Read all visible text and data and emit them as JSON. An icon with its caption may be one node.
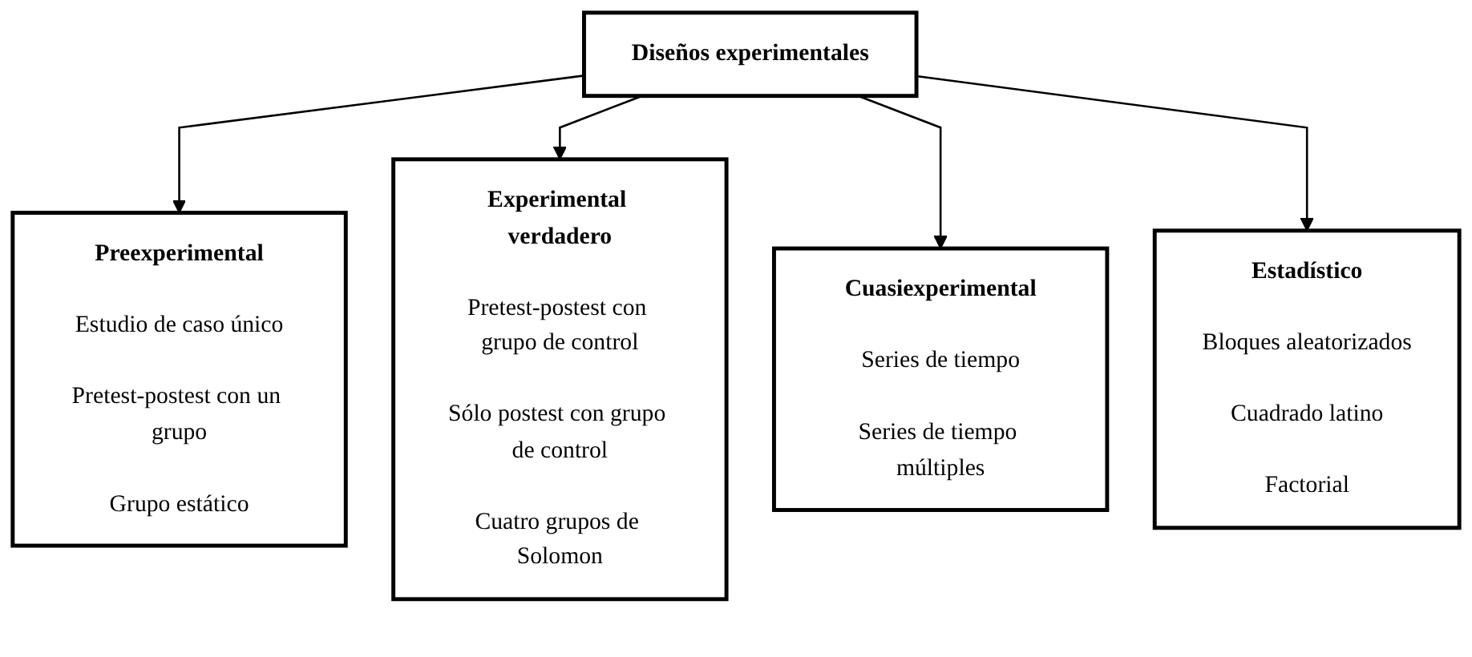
{
  "diagram": {
    "nodes": [
      {
        "text": [
          "Diseños experimentales"
        ]
      },
      {
        "text": [
          "Preexperimental",
          "Estudio de caso único",
          "Pretest-postest con un grupo",
          "Grupo estático"
        ]
      },
      {
        "text": [
          "Experimental verdadero",
          "Pretest-postest con grupo de control",
          "Sólo postest con grupo de control",
          "Cuatro grupos de Solomon"
        ]
      },
      {
        "text": [
          "Cuasiexperimental",
          "Series de tiempo",
          "Series de tiempo múltiples"
        ]
      },
      {
        "text": [
          "Estadístico",
          "Bloques aleatorizados",
          "Cuadrado latino",
          "Factorial"
        ]
      }
    ],
    "edges": [
      {
        "from": 0,
        "to": 1,
        "arrow": "to"
      },
      {
        "from": 0,
        "to": 2,
        "arrow": "to"
      },
      {
        "from": 0,
        "to": 3,
        "arrow": "to"
      },
      {
        "from": 0,
        "to": 4,
        "arrow": "to"
      }
    ]
  }
}
